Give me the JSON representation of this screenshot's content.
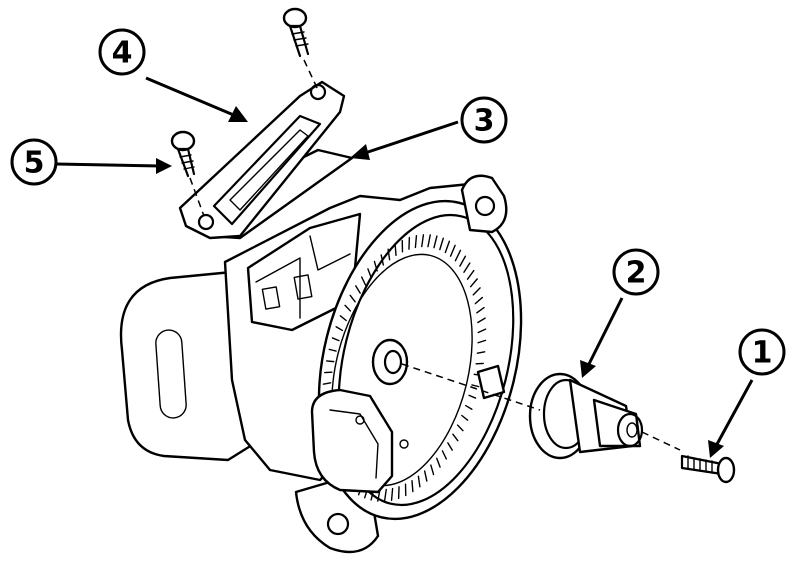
{
  "callouts": [
    {
      "id": "1",
      "label": "1",
      "part": "screw"
    },
    {
      "id": "2",
      "label": "2",
      "part": "rotor-shaft"
    },
    {
      "id": "3",
      "label": "3",
      "part": "gasket"
    },
    {
      "id": "4",
      "label": "4",
      "part": "cover"
    },
    {
      "id": "5",
      "label": "5",
      "part": "screw"
    }
  ],
  "colors": {
    "ink": "#000000",
    "paper": "#ffffff"
  }
}
